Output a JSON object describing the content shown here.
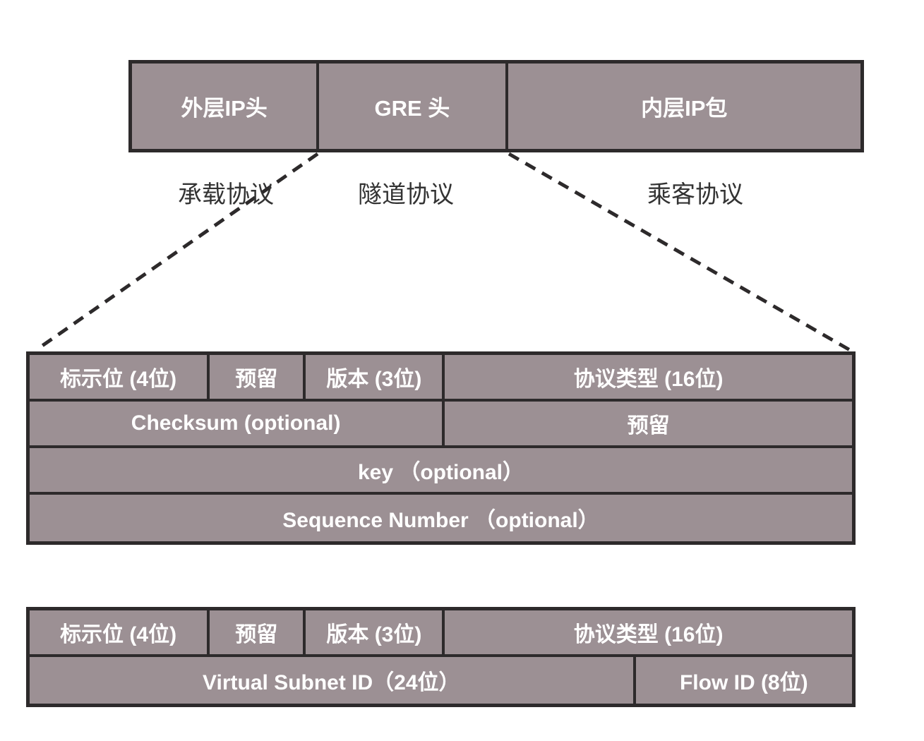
{
  "colors": {
    "cell_fill": "#9c9094",
    "border": "#2d2a2b",
    "cell_text": "#ffffff",
    "label_text": "#333333",
    "background": "#ffffff"
  },
  "packet_overview": {
    "segments": [
      {
        "label": "外层IP头"
      },
      {
        "label": "GRE 头"
      },
      {
        "label": "内层IP包"
      }
    ],
    "protocol_labels": [
      {
        "label": "承载协议"
      },
      {
        "label": "隧道协议"
      },
      {
        "label": "乘客协议"
      }
    ]
  },
  "gre_header_table": {
    "rows": [
      {
        "cells": [
          {
            "label": "标示位 (4位)"
          },
          {
            "label": "预留"
          },
          {
            "label": "版本 (3位)"
          },
          {
            "label": "协议类型 (16位)"
          }
        ]
      },
      {
        "cells": [
          {
            "label": "Checksum (optional)"
          },
          {
            "label": "预留"
          }
        ]
      },
      {
        "cells": [
          {
            "label": "key （optional）"
          }
        ]
      },
      {
        "cells": [
          {
            "label": "Sequence Number （optional）"
          }
        ]
      }
    ]
  },
  "nvgre_header_table": {
    "rows": [
      {
        "cells": [
          {
            "label": "标示位 (4位)"
          },
          {
            "label": "预留"
          },
          {
            "label": "版本 (3位)"
          },
          {
            "label": "协议类型 (16位)"
          }
        ]
      },
      {
        "cells": [
          {
            "label": "Virtual Subnet ID（24位）"
          },
          {
            "label": "Flow ID (8位)"
          }
        ]
      }
    ]
  }
}
